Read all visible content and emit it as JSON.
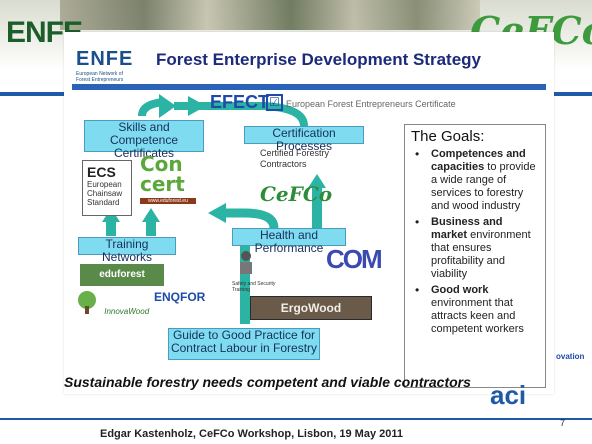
{
  "slide": {
    "bg_logo": "ENFE",
    "bg_script": "CeFCo",
    "footer": "Edgar Kastenholz, CeFCo Workshop, Lisbon, 19 May 2011",
    "page_number": "7",
    "ovation": "ovation",
    "aci": "aci",
    "caption": "Sustainable forestry needs competent and viable contractors"
  },
  "panel": {
    "logo": "ENFE",
    "logo_sub": "European Network of Forest Entrepreneurs",
    "title": "Forest Enterprise Development Strategy"
  },
  "efect": {
    "label": "EFECT",
    "check": "☑",
    "subtitle": "European Forest Entrepreneurs Certificate"
  },
  "boxes": {
    "skills": "Skills and Competence Certificates",
    "certification": "Certification Processes",
    "training": "Training Networks",
    "health": "Health and Performance",
    "guide": "Guide to Good Practice for Contract Labour in Forestry"
  },
  "ecs": {
    "title": "ECS",
    "sub": "European Chainsaw Standard"
  },
  "concert": {
    "name": "Con cert",
    "url": "www.eduforest.eu"
  },
  "certified": "Certified Forestry Contractors",
  "cefco": "CeFCo",
  "eduforest": "eduforest",
  "inovawood": "InnovaWood",
  "enqfor": "ENQFOR",
  "safety": "Safety and Security Training",
  "com": "COM",
  "ergowood": "ErgoWood",
  "goals": {
    "title": "The Goals:",
    "items": [
      {
        "bold": "Competences and capacities",
        "rest": " to provide a wide range of services to forestry and wood industry"
      },
      {
        "bold": "Business and market",
        "rest": " environment that ensures profitability and viability"
      },
      {
        "bold": "Good work",
        "rest": " environment that attracts keen and competent workers"
      }
    ]
  }
}
